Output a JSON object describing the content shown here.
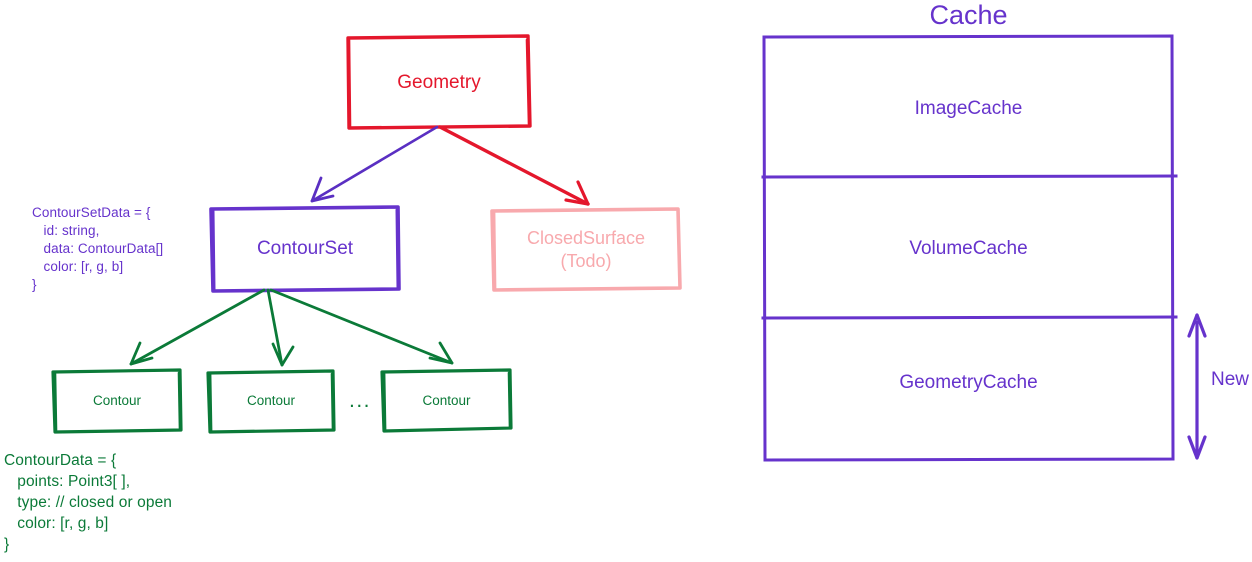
{
  "colors": {
    "red": "#e4172c",
    "purple": "#6633cc",
    "green": "#0b7a38",
    "pink": "#f8a9ad",
    "background": "#ffffff"
  },
  "left_diagram": {
    "root_node": {
      "label": "Geometry",
      "color": "#e4172c"
    },
    "child_nodes": [
      {
        "label": "ContourSet",
        "color": "#6633cc"
      },
      {
        "label": "ClosedSurface\n(Todo)",
        "color": "#f8a9ad"
      }
    ],
    "leaf_nodes": [
      {
        "label": "Contour"
      },
      {
        "label": "Contour"
      },
      {
        "label": "Contour"
      }
    ],
    "ellipsis": "...",
    "code_blocks": [
      {
        "name": "contour-set-data",
        "color": "#6633cc",
        "text": "ContourSetData = {\n   id: string,\n   data: ContourData[]\n   color: [r, g, b]\n}"
      },
      {
        "name": "contour-data",
        "color": "#0b7a38",
        "text": "ContourData = {\n   points: Point3[ ],\n   type: // closed or open\n   color: [r, g, b]\n}"
      }
    ]
  },
  "right_diagram": {
    "title": "Cache",
    "cells": [
      {
        "label": "ImageCache"
      },
      {
        "label": "VolumeCache"
      },
      {
        "label": "GeometryCache"
      }
    ],
    "annotation": {
      "label": "New",
      "arrow": "double-headed-vertical-arrow"
    }
  }
}
